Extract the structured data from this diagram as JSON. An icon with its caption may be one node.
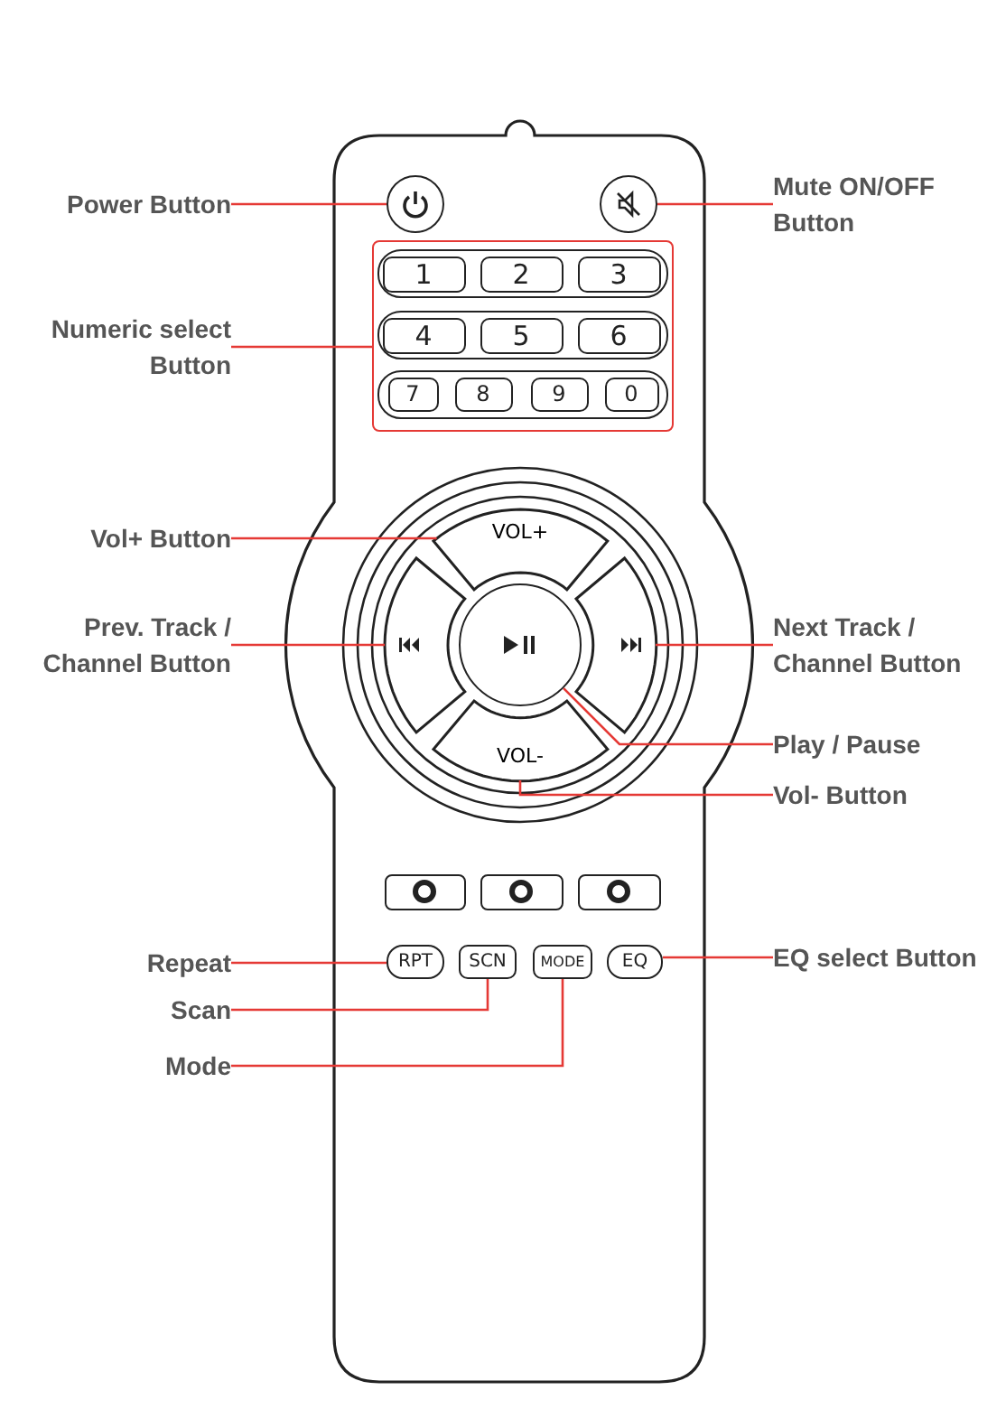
{
  "diagram": {
    "nodes": [
      {
        "text": [
          "Power Button"
        ]
      },
      {
        "text": [],
        "shape": "circle"
      },
      {
        "text": [
          "Mute ON/OFF Button"
        ]
      },
      {
        "text": [],
        "shape": "circle"
      },
      {
        "text": [
          "Numeric select Button"
        ]
      },
      {
        "text": [],
        "shape": "box"
      },
      {
        "text": [
          "1"
        ],
        "in": 5
      },
      {
        "text": [
          "2"
        ],
        "in": 5
      },
      {
        "text": [
          "3"
        ],
        "in": 5
      },
      {
        "text": [
          "4"
        ],
        "in": 5
      },
      {
        "text": [
          "5"
        ],
        "in": 5
      },
      {
        "text": [
          "6"
        ],
        "in": 5
      },
      {
        "text": [
          "7"
        ],
        "in": 5
      },
      {
        "text": [
          "8"
        ],
        "in": 5
      },
      {
        "text": [
          "9"
        ],
        "in": 5
      },
      {
        "text": [
          "0"
        ],
        "in": 5
      },
      {
        "text": [
          "Vol+ Button"
        ]
      },
      {
        "text": [
          "VOL+"
        ]
      },
      {
        "text": [
          "Prev. Track / Channel Button"
        ]
      },
      {
        "text": [],
        "shape": "segment"
      },
      {
        "text": [
          "Next Track / Channel Button"
        ]
      },
      {
        "text": [],
        "shape": "segment"
      },
      {
        "text": [
          "Play / Pause"
        ]
      },
      {
        "text": [],
        "shape": "circle"
      },
      {
        "text": [
          "Vol- Button"
        ]
      },
      {
        "text": [
          "VOL-"
        ]
      },
      {
        "text": [],
        "shape": "box"
      },
      {
        "text": [],
        "shape": "box"
      },
      {
        "text": [],
        "shape": "box"
      },
      {
        "text": [
          "Repeat"
        ]
      },
      {
        "text": [
          "RPT"
        ]
      },
      {
        "text": [
          "Scan"
        ]
      },
      {
        "text": [
          "SCN"
        ]
      },
      {
        "text": [
          "Mode"
        ]
      },
      {
        "text": [
          "MODE"
        ]
      },
      {
        "text": [
          "EQ select Button"
        ]
      },
      {
        "text": [
          "EQ"
        ]
      }
    ],
    "edges": [
      {
        "from": 0,
        "to": 1,
        "arrow": "none"
      },
      {
        "from": 2,
        "to": 3,
        "arrow": "none"
      },
      {
        "from": 4,
        "to": 5,
        "arrow": "none"
      },
      {
        "from": 16,
        "to": 17,
        "arrow": "none"
      },
      {
        "from": 18,
        "to": 19,
        "arrow": "none"
      },
      {
        "from": 20,
        "to": 21,
        "arrow": "none"
      },
      {
        "from": 22,
        "to": 23,
        "arrow": "none"
      },
      {
        "from": 24,
        "to": 25,
        "arrow": "none"
      },
      {
        "from": 29,
        "to": 30,
        "arrow": "none"
      },
      {
        "from": 31,
        "to": 32,
        "arrow": "none"
      },
      {
        "from": 33,
        "to": 34,
        "arrow": "none"
      },
      {
        "from": 35,
        "to": 36,
        "arrow": "none"
      }
    ]
  }
}
